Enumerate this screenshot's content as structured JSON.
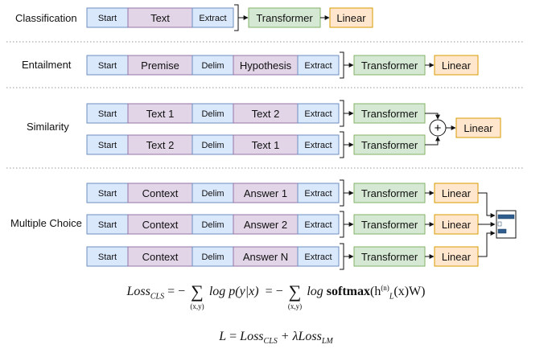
{
  "colors": {
    "start": "#dae8fc",
    "start_border": "#6c8ebf",
    "text": "#e1d5e7",
    "text_border": "#9673a6",
    "delim": "#dae8fc",
    "transformer": "#d5e8d4",
    "transformer_border": "#82b366",
    "linear": "#ffe6cc",
    "linear_border": "#d79b00",
    "arrow": "#111111",
    "separator": "#999999",
    "bar": "#2e5d8e"
  },
  "tokens": {
    "start": "Start",
    "extract": "Extract",
    "delim": "Delim",
    "text": "Text",
    "premise": "Premise",
    "hypothesis": "Hypothesis",
    "text1": "Text 1",
    "text2": "Text 2",
    "context": "Context",
    "answer1": "Answer 1",
    "answer2": "Answer 2",
    "answerN": "Answer N"
  },
  "modules": {
    "transformer": "Transformer",
    "linear": "Linear",
    "plus": "+"
  },
  "tasks": {
    "classification": "Classification",
    "entailment": "Entailment",
    "similarity": "Similarity",
    "multiple_choice": "Multiple Choice"
  },
  "formula": {
    "loss1_lhs": "Loss",
    "loss1_lhs_sub": "CLS",
    "eq": "=",
    "minus": "−",
    "sigma": "∑",
    "sum_index": "(x,y)",
    "log_p": "log p(y|x)",
    "log": "log",
    "softmax": "softmax",
    "h_part": "(h",
    "h_sup": "(n)",
    "h_sub": "L",
    "h_rest": "(x)W)",
    "loss2_L": "L",
    "loss2_plus": "+ λLoss",
    "loss2_sub": "LM"
  }
}
